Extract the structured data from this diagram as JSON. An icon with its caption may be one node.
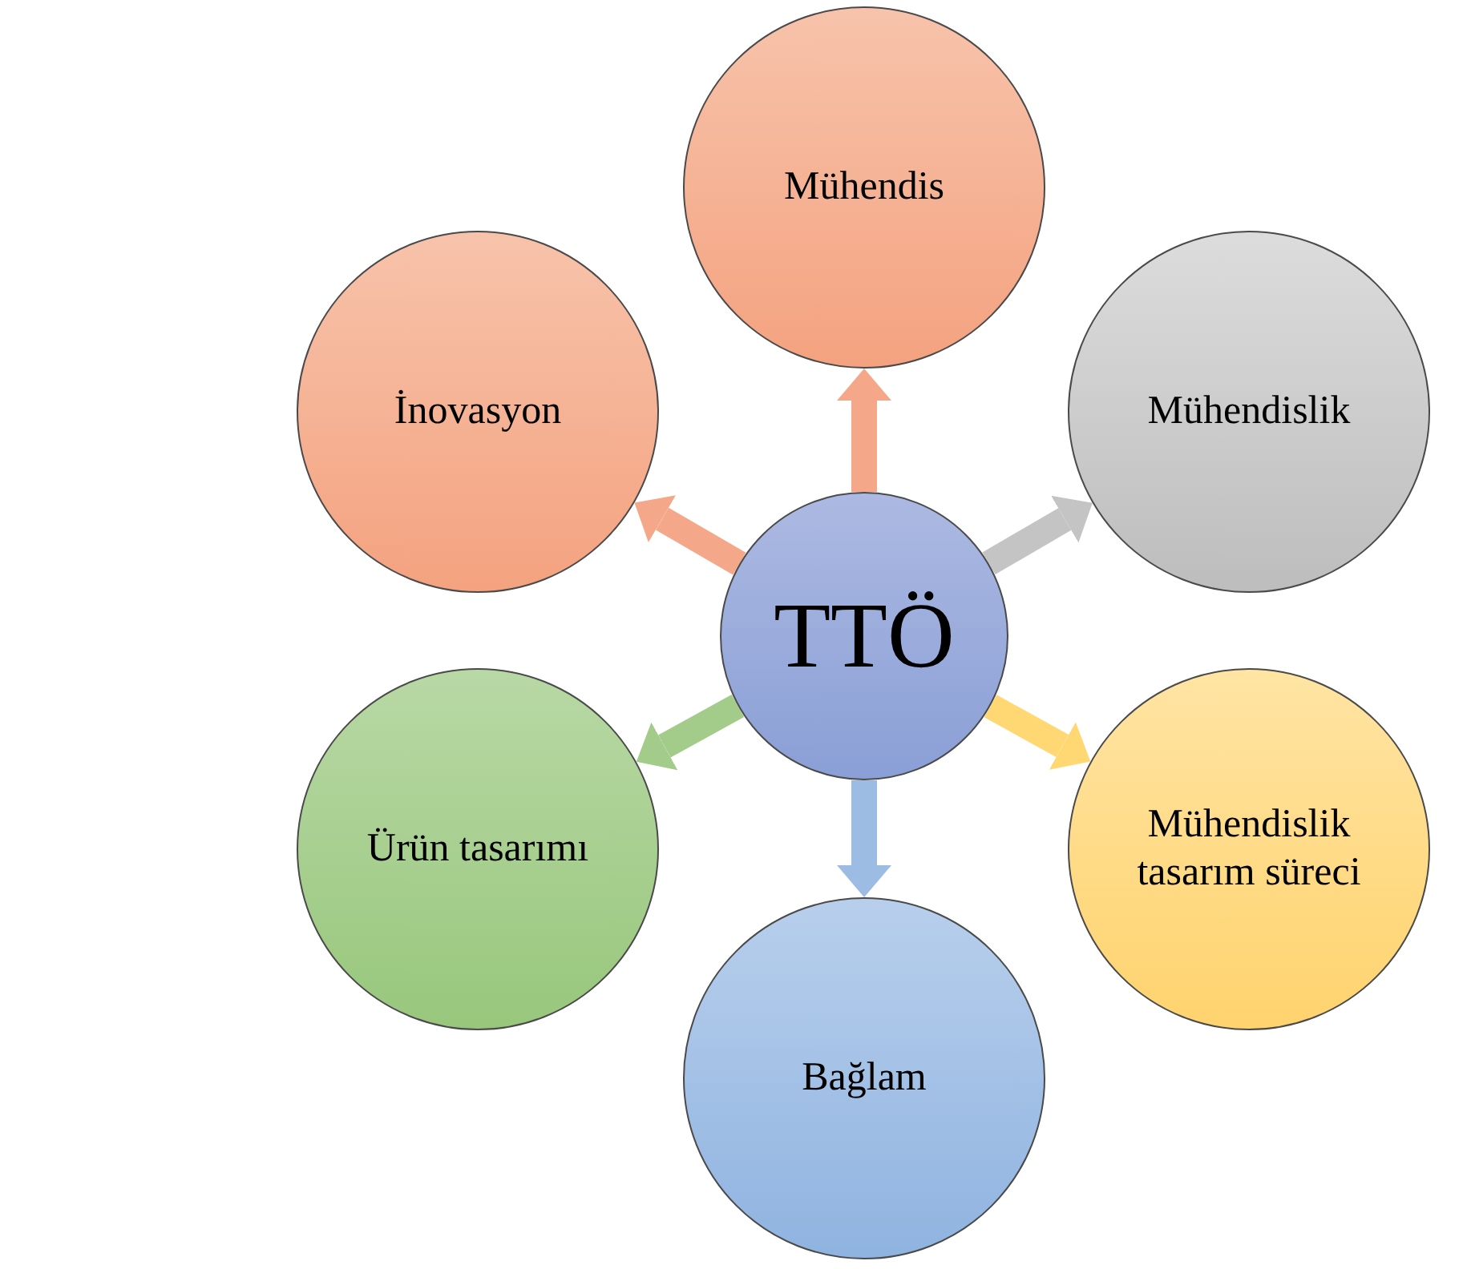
{
  "diagram": {
    "nodes": [
      {
        "text": [
          "Mühendis"
        ]
      },
      {
        "text": [
          "İnovasyon"
        ]
      },
      {
        "text": [
          "Mühendislik"
        ]
      },
      {
        "text": [
          "TTÖ"
        ]
      },
      {
        "text": [
          "Ürün tasarımı"
        ]
      },
      {
        "text": [
          "Mühendislik tasarım süreci"
        ]
      },
      {
        "text": [
          "Bağlam"
        ]
      }
    ],
    "edges": [
      {
        "from": 3,
        "to": 0,
        "arrow": "to",
        "color": "#f4a889"
      },
      {
        "from": 3,
        "to": 2,
        "arrow": "to",
        "color": "#c4c4c4"
      },
      {
        "from": 3,
        "to": 5,
        "arrow": "to",
        "color": "#ffd874"
      },
      {
        "from": 3,
        "to": 6,
        "arrow": "to",
        "color": "#9dbce4"
      },
      {
        "from": 3,
        "to": 4,
        "arrow": "to",
        "color": "#a3cc8a"
      },
      {
        "from": 3,
        "to": 1,
        "arrow": "to",
        "color": "#f4a889"
      }
    ]
  }
}
